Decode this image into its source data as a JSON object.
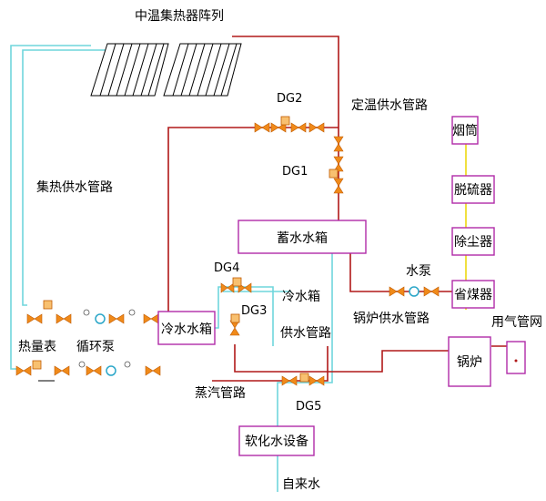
{
  "colors": {
    "hot_pipe": "#b01818",
    "cold_pipe": "#6fd6dc",
    "box_outline": "#b02aa8",
    "yellow_line": "#f0e040",
    "valve_orange": "#f08a1a",
    "pump_blue": "#2aa6c8"
  },
  "labels": {
    "collector_array": "中温集热器阵列",
    "dg2": "DG2",
    "dg1": "DG1",
    "dg3": "DG3",
    "dg4": "DG4",
    "dg5": "DG5",
    "fixed_temp_pipe": "定温供水管路",
    "collector_supply_pipe": "集热供水管路",
    "heat_meter": "热量表",
    "circulation_pump": "循环泵",
    "water_pump": "水泵",
    "cold_tank_supply_l1": "冷水箱",
    "cold_tank_supply_l2": "供水管路",
    "boiler_supply_pipe": "锅炉供水管路",
    "steam_pipe": "蒸汽管路",
    "gas_network": "用气管网",
    "tap_water": "自来水"
  },
  "boxes": {
    "storage_tank": "蓄水水箱",
    "cold_tank": "冷水水箱",
    "softener": "软化水设备",
    "chimney": "烟筒",
    "desulfurizer": "脱硫器",
    "dust_remover": "除尘器",
    "economizer": "省煤器",
    "boiler": "锅炉"
  }
}
